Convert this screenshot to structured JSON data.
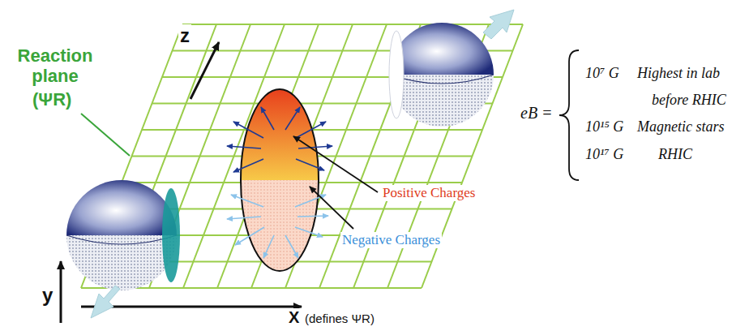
{
  "diagram": {
    "labels": [
      "Reaction plane",
      "(ΨR)",
      "z",
      "y",
      "X",
      "(defines ΨR)",
      "Positive Charges",
      "Negative Charges",
      "eB =",
      "10⁷ G",
      "Highest in lab",
      "before RHIC",
      "10¹⁵ G",
      "Magnetic stars",
      "10¹⁷ G",
      "RHIC"
    ]
  }
}
